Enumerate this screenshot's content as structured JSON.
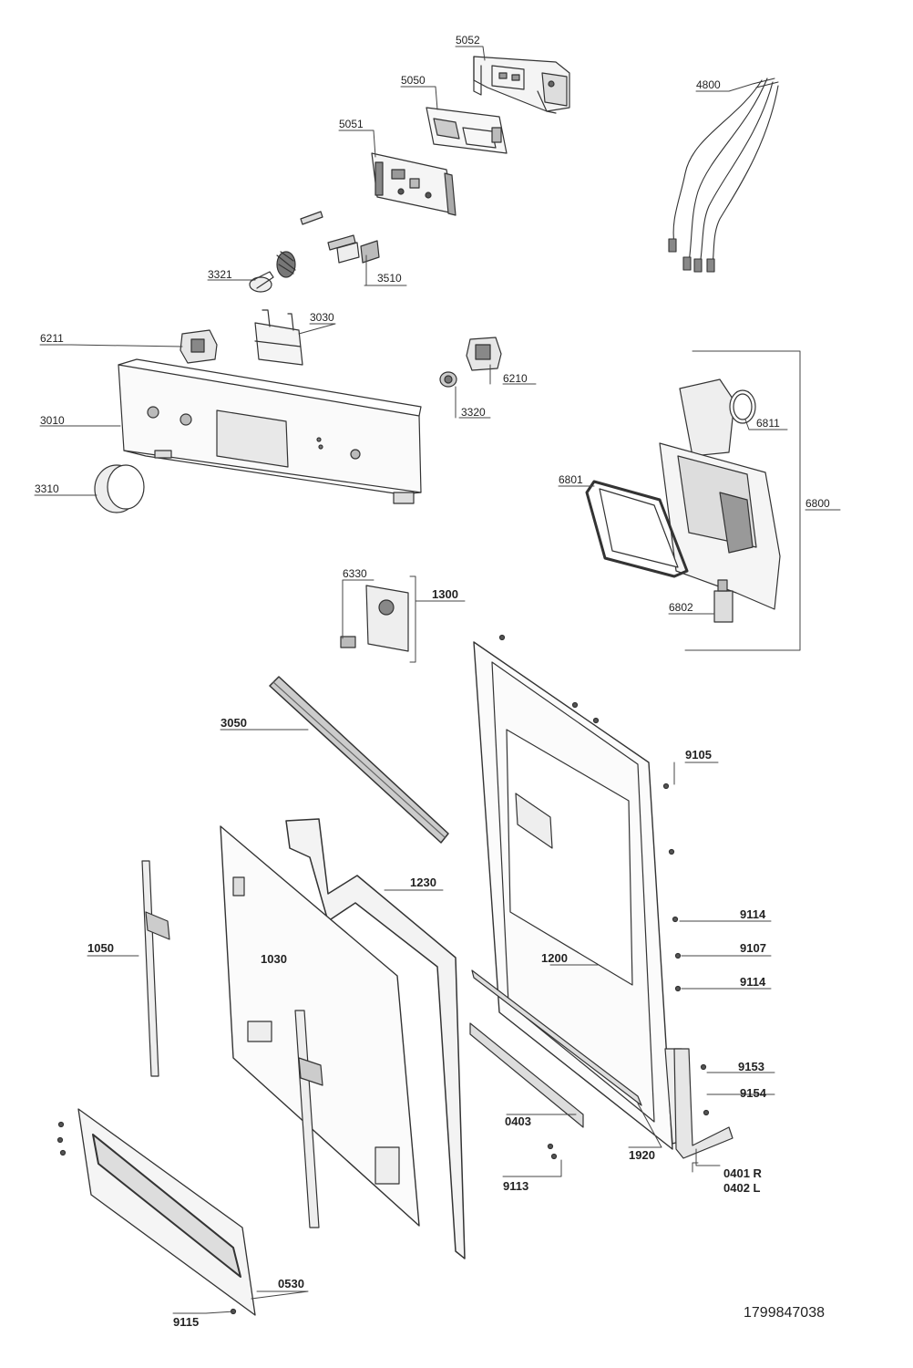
{
  "diagram": {
    "document_number": "1799847038",
    "parts": [
      {
        "id": "p5052",
        "label": "5052",
        "bold": false
      },
      {
        "id": "p5050",
        "label": "5050",
        "bold": false
      },
      {
        "id": "p5051",
        "label": "5051",
        "bold": false
      },
      {
        "id": "p4800",
        "label": "4800",
        "bold": false
      },
      {
        "id": "p3321",
        "label": "3321",
        "bold": false
      },
      {
        "id": "p3510",
        "label": "3510",
        "bold": false
      },
      {
        "id": "p3030",
        "label": "3030",
        "bold": false
      },
      {
        "id": "p6211",
        "label": "6211",
        "bold": false
      },
      {
        "id": "p6210",
        "label": "6210",
        "bold": false
      },
      {
        "id": "p3010",
        "label": "3010",
        "bold": false
      },
      {
        "id": "p3320",
        "label": "3320",
        "bold": false
      },
      {
        "id": "p6811",
        "label": "6811",
        "bold": false
      },
      {
        "id": "p3310",
        "label": "3310",
        "bold": false
      },
      {
        "id": "p6801",
        "label": "6801",
        "bold": false
      },
      {
        "id": "p6800",
        "label": "6800",
        "bold": false
      },
      {
        "id": "p6330",
        "label": "6330",
        "bold": false
      },
      {
        "id": "p1300",
        "label": "1300",
        "bold": true
      },
      {
        "id": "p6802",
        "label": "6802",
        "bold": false
      },
      {
        "id": "p3050",
        "label": "3050",
        "bold": true
      },
      {
        "id": "p9105",
        "label": "9105",
        "bold": true
      },
      {
        "id": "p1230",
        "label": "1230",
        "bold": true
      },
      {
        "id": "p9114a",
        "label": "9114",
        "bold": true
      },
      {
        "id": "p1050",
        "label": "1050",
        "bold": true
      },
      {
        "id": "p1030",
        "label": "1030",
        "bold": true
      },
      {
        "id": "p1200",
        "label": "1200",
        "bold": true
      },
      {
        "id": "p9107",
        "label": "9107",
        "bold": true
      },
      {
        "id": "p9114b",
        "label": "9114",
        "bold": true
      },
      {
        "id": "p9153",
        "label": "9153",
        "bold": true
      },
      {
        "id": "p9154",
        "label": "9154",
        "bold": true
      },
      {
        "id": "p0403",
        "label": "0403",
        "bold": true
      },
      {
        "id": "p1920",
        "label": "1920",
        "bold": true
      },
      {
        "id": "p0401",
        "label": "0401 R",
        "bold": true
      },
      {
        "id": "p0402",
        "label": "0402 L",
        "bold": true
      },
      {
        "id": "p9113",
        "label": "9113",
        "bold": true
      },
      {
        "id": "p0530",
        "label": "0530",
        "bold": true
      },
      {
        "id": "p9115",
        "label": "9115",
        "bold": true
      }
    ]
  }
}
